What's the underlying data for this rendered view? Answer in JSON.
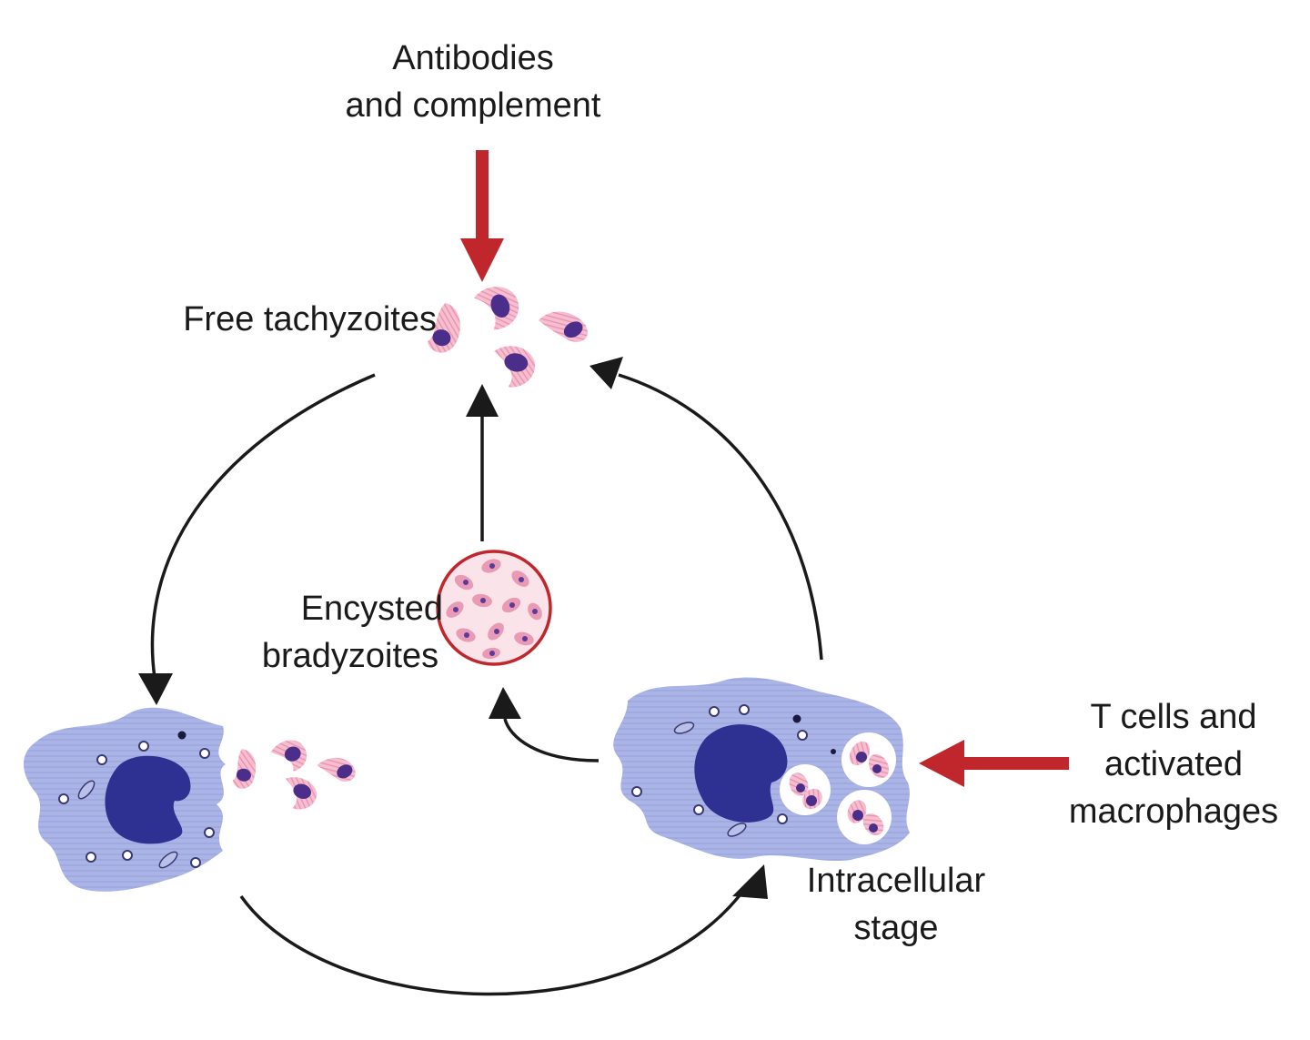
{
  "labels": {
    "antibodies": [
      "Antibodies",
      "and complement"
    ],
    "free_tachyzoites": "Free tachyzoites",
    "encysted": [
      "Encysted",
      "bradyzoites"
    ],
    "tcells": [
      "T cells and",
      "activated",
      "macrophages"
    ],
    "intracellular": [
      "Intracellular",
      "stage"
    ]
  },
  "colors": {
    "immune_arrow": "#c0272d",
    "cycle_arrow": "#1a1a1a",
    "cell_body": "#aab4e6",
    "nucleus": "#2e3192",
    "parasite_pink": "#f2a7c0",
    "parasite_nucleus": "#5b3a9a",
    "cyst_border": "#c0272d"
  }
}
